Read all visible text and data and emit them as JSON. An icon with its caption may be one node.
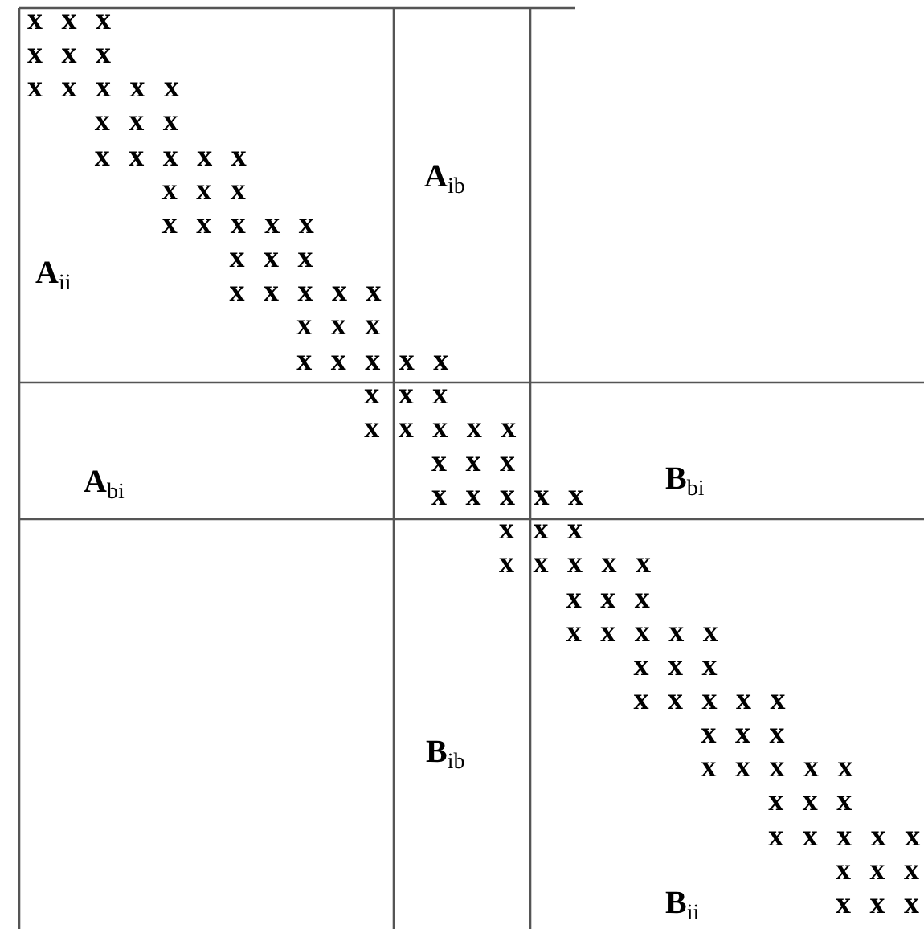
{
  "diagram": {
    "labels": [
      "x x x",
      "x x x",
      "x x x x x",
      "x x x",
      "x x x x x",
      "x x x",
      "x x x x x",
      "x x x",
      "x x x x x",
      "x x x",
      "x x x x x",
      "x x x",
      "x x x x x",
      "x x x",
      "x x x x x",
      "x x x",
      "x x x x x",
      "x x x",
      "x x x x x",
      "x x x",
      "x x x x x",
      "x x x",
      "x x x x x",
      "x x x",
      "x x x x x",
      "x x x",
      "x x x",
      "A$_{ib}$",
      "A$_{ii}$",
      "B$_{bi}$",
      "A$_{bi}$",
      "B$_{ib}$",
      "B$_{ii}$"
    ]
  }
}
